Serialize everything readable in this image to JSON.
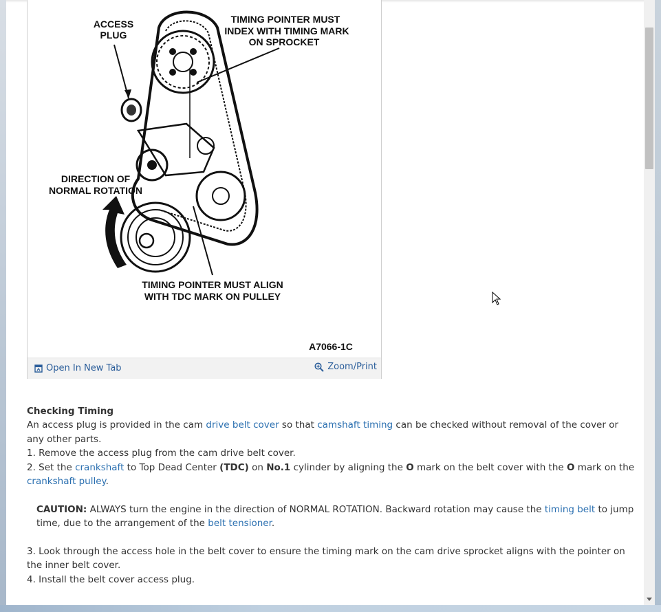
{
  "figure": {
    "labels": {
      "access_plug_line1": "ACCESS",
      "access_plug_line2": "PLUG",
      "pointer_top_line1": "TIMING POINTER MUST",
      "pointer_top_line2": "INDEX WITH TIMING MARK",
      "pointer_top_line3": "ON SPROCKET",
      "rotation_line1": "DIRECTION OF",
      "rotation_line2": "NORMAL ROTATION",
      "pointer_bottom_line1": "TIMING POINTER MUST ALIGN",
      "pointer_bottom_line2": "WITH TDC MARK ON PULLEY",
      "figure_code": "A7066-1C"
    },
    "open_tab_label": "Open In New Tab",
    "zoom_print_label": "Zoom/Print"
  },
  "article": {
    "title": "Checking Timing",
    "intro": {
      "t1": " An access plug is provided in the cam ",
      "link1": "drive belt cover",
      "t2": " so that ",
      "link2": "camshaft timing",
      "t3": " can be checked without removal of the cover or any other parts."
    },
    "step1": " 1. Remove the access plug from the cam drive belt cover.",
    "step2": {
      "t1": " 2. Set the ",
      "link1": "crankshaft",
      "t2": " to Top Dead Center ",
      "b1": "(TDC)",
      "t3": " on ",
      "b2": "No.1",
      "t4": " cylinder by aligning the ",
      "b3": "O",
      "t5": " mark on the belt cover with the ",
      "b4": "O",
      "t6": " mark on the ",
      "link2": "crankshaft pulley",
      "t7": "."
    },
    "caution": {
      "label": "CAUTION:",
      "t1": " ALWAYS turn the engine in the direction of NORMAL ROTATION. Backward rotation may cause the ",
      "link1": "timing belt",
      "t2": " to jump time, due to the arrangement of the ",
      "link2": "belt tensioner",
      "t3": "."
    },
    "step3": " 3. Look through the access hole in the belt cover to ensure the timing mark on the cam drive sprocket aligns with the pointer on the inner belt cover.",
    "step4": " 4. Install the belt cover access plug."
  }
}
